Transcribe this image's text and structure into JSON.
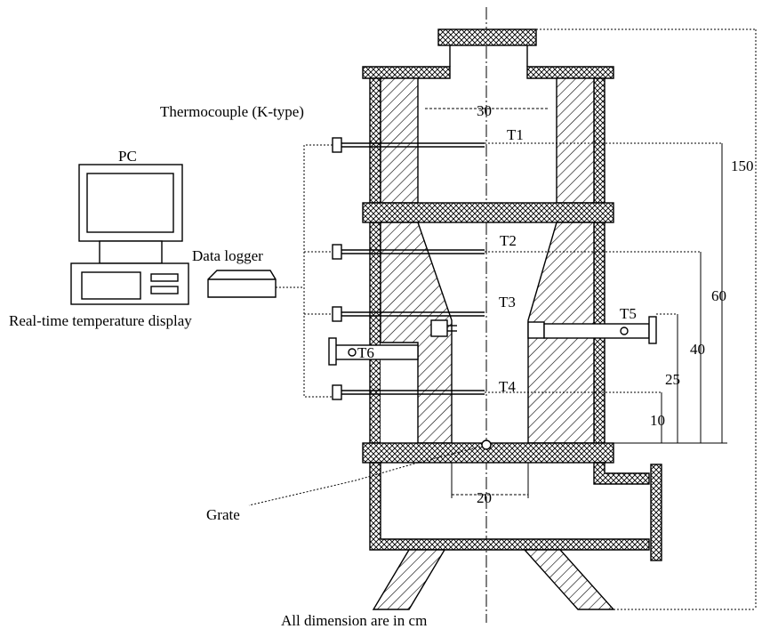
{
  "labels": {
    "thermocouple": "Thermocouple (K-type)",
    "pc": "PC",
    "data_logger": "Data logger",
    "display": "Real-time temperature display",
    "grate": "Grate",
    "note": "All dimension are in cm"
  },
  "sensors": [
    "T1",
    "T2",
    "T3",
    "T4",
    "T5",
    "T6"
  ],
  "dimensions": {
    "top_width": "30",
    "bottom_width": "20",
    "total_height": "150",
    "h60": "60",
    "h40": "40",
    "h25": "25",
    "h10": "10"
  }
}
